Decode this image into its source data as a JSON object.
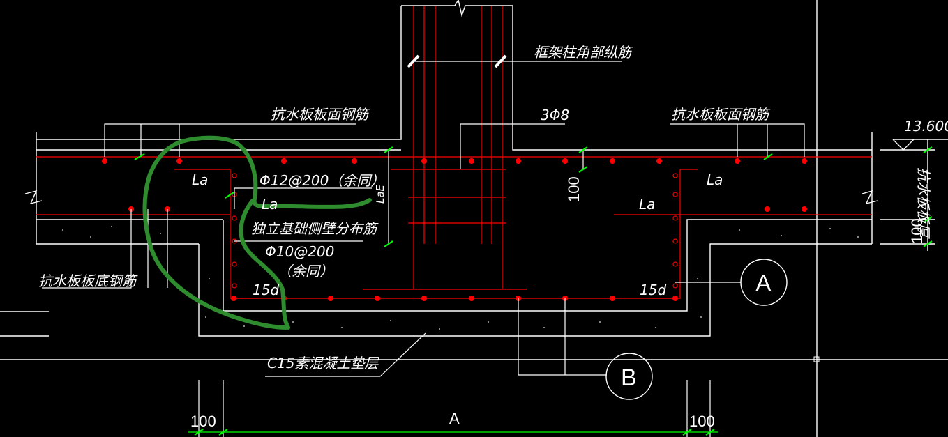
{
  "drawing": {
    "background": "#000000",
    "colors": {
      "white_line": "#ffffff",
      "red_rebar": "#ff0000",
      "tick_green": "#00ff00",
      "markup_green": "#2e8b2e",
      "hatch_grey": "#b0b0b0"
    },
    "labels": {
      "column_corner_bars": "框架柱角部纵筋",
      "slab_top_bars_left": "抗水板板面钢筋",
      "slab_top_bars_right": "抗水板板面钢筋",
      "stirrups": "3Φ8",
      "elevation": "13.600",
      "slab_thickness": "抗水板板厚",
      "la_left": "La",
      "la_right_top": "La",
      "la_right_mid": "La",
      "la_lower_left": "La",
      "side_bar_spec": "Φ12@200（余同）",
      "lae": "LaE",
      "side_wall_bars": "独立基础侧壁分布筋",
      "side_wall_spec": "Φ10@200",
      "side_wall_same": "（余同）",
      "bottom_bars": "抗水板板底钢筋",
      "hook_left": "15d",
      "hook_right": "15d",
      "dim_100_mid": "100",
      "dim_100_right": "100",
      "dim_100_bottom_left": "100",
      "dim_100_bottom_right": "100",
      "dim_a": "A",
      "bubble_a": "A",
      "bubble_b": "B",
      "cushion": "C15素混凝土垫层"
    },
    "icons": {
      "elevation_marker": "triangle-elevation-icon",
      "section_bubble": "circle-callout-icon",
      "break_symbol": "zigzag-break-icon"
    }
  }
}
